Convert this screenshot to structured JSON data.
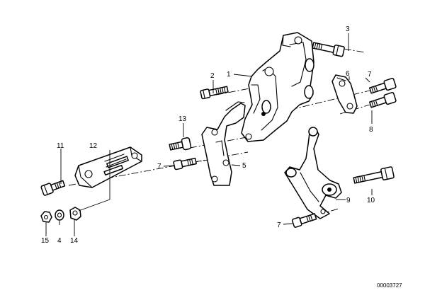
{
  "diagram": {
    "callouts": [
      {
        "id": "1",
        "text": "1"
      },
      {
        "id": "2",
        "text": "2"
      },
      {
        "id": "3",
        "text": "3"
      },
      {
        "id": "4",
        "text": "4"
      },
      {
        "id": "5",
        "text": "5"
      },
      {
        "id": "6a",
        "text": "6"
      },
      {
        "id": "6b",
        "text": "6"
      },
      {
        "id": "7a",
        "text": "7"
      },
      {
        "id": "7b",
        "text": "7"
      },
      {
        "id": "7c",
        "text": "7"
      },
      {
        "id": "8",
        "text": "8"
      },
      {
        "id": "9",
        "text": "9"
      },
      {
        "id": "10",
        "text": "10"
      },
      {
        "id": "11",
        "text": "11"
      },
      {
        "id": "12",
        "text": "12"
      },
      {
        "id": "13",
        "text": "13"
      },
      {
        "id": "14",
        "text": "14"
      },
      {
        "id": "15",
        "text": "15"
      }
    ],
    "catalog_number": "00003727"
  }
}
